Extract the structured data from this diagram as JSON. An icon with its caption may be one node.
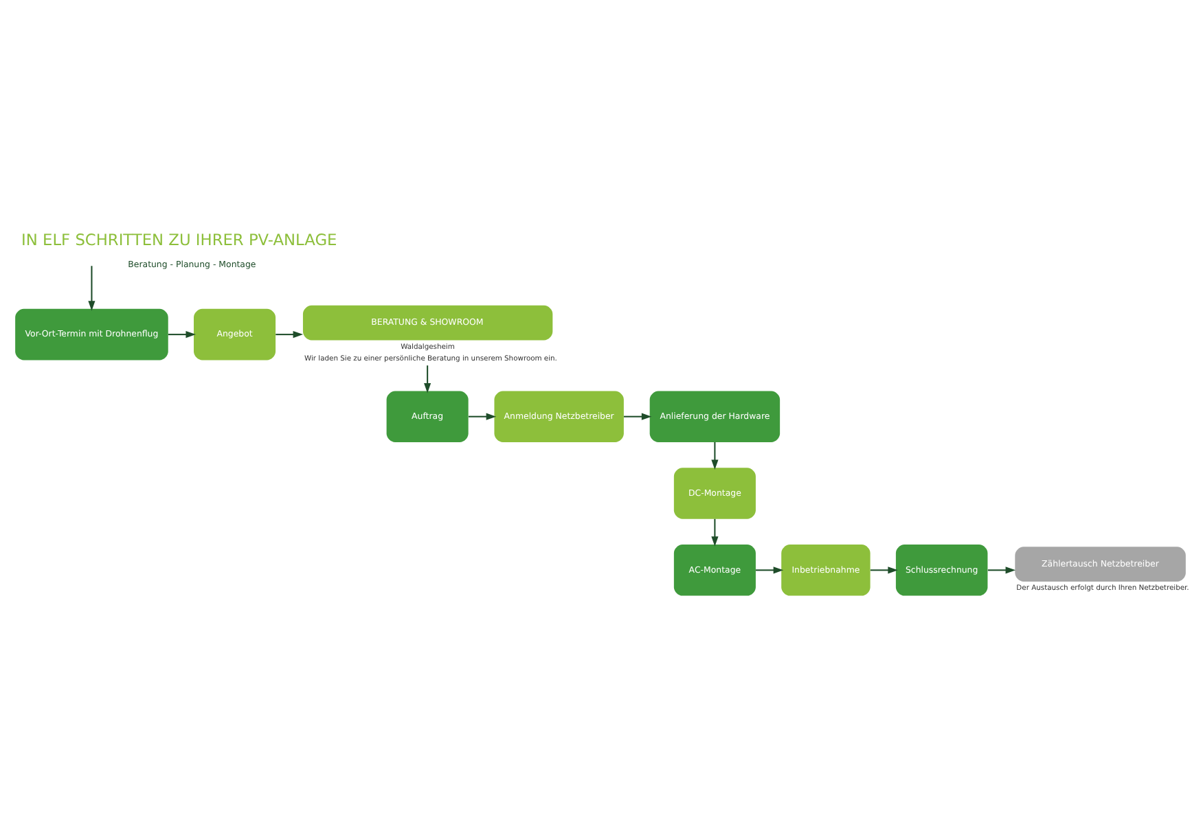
{
  "diagram": {
    "title": "IN ELF SCHRITTEN ZU IHRER PV-ANLAGE",
    "nodes": [
      {
        "text": [
          "Vor-Ort-Termin mit Drohnenflug"
        ]
      },
      {
        "text": [
          "Angebot"
        ]
      },
      {
        "text": [
          "BERATUNG & SHOWROOM"
        ],
        "beside": [
          "Waldalgesheim",
          "Wir laden Sie zu einer persönliche Beratung in unserem Showroom ein."
        ]
      },
      {
        "text": [
          "Auftrag"
        ]
      },
      {
        "text": [
          "Anmeldung Netzbetreiber"
        ]
      },
      {
        "text": [
          "Anlieferung der Hardware"
        ]
      },
      {
        "text": [
          "DC-Montage"
        ]
      },
      {
        "text": [
          "AC-Montage"
        ]
      },
      {
        "text": [
          "Inbetriebnahme"
        ]
      },
      {
        "text": [
          "Schlussrechnung"
        ]
      },
      {
        "text": [
          "Zählertausch Netzbetreiber"
        ],
        "beside": [
          "Der Austausch erfolgt durch Ihren Netzbetreiber."
        ]
      }
    ],
    "edges": [
      {
        "from": null,
        "to": 0,
        "arrow": "to"
      },
      {
        "from": 0,
        "to": 1,
        "arrow": "to"
      },
      {
        "from": 1,
        "to": 2,
        "arrow": "to"
      },
      {
        "from": 2,
        "to": 3,
        "arrow": "to"
      },
      {
        "from": 3,
        "to": 4,
        "arrow": "to"
      },
      {
        "from": 4,
        "to": 5,
        "arrow": "to"
      },
      {
        "from": 5,
        "to": 6,
        "arrow": "to"
      },
      {
        "from": 6,
        "to": 7,
        "arrow": "to"
      },
      {
        "from": 7,
        "to": 8,
        "arrow": "to"
      },
      {
        "from": 8,
        "to": 9,
        "arrow": "to"
      },
      {
        "from": 9,
        "to": 10,
        "arrow": "to"
      }
    ],
    "labels": [
      "Beratung - Planung - Montage"
    ]
  }
}
